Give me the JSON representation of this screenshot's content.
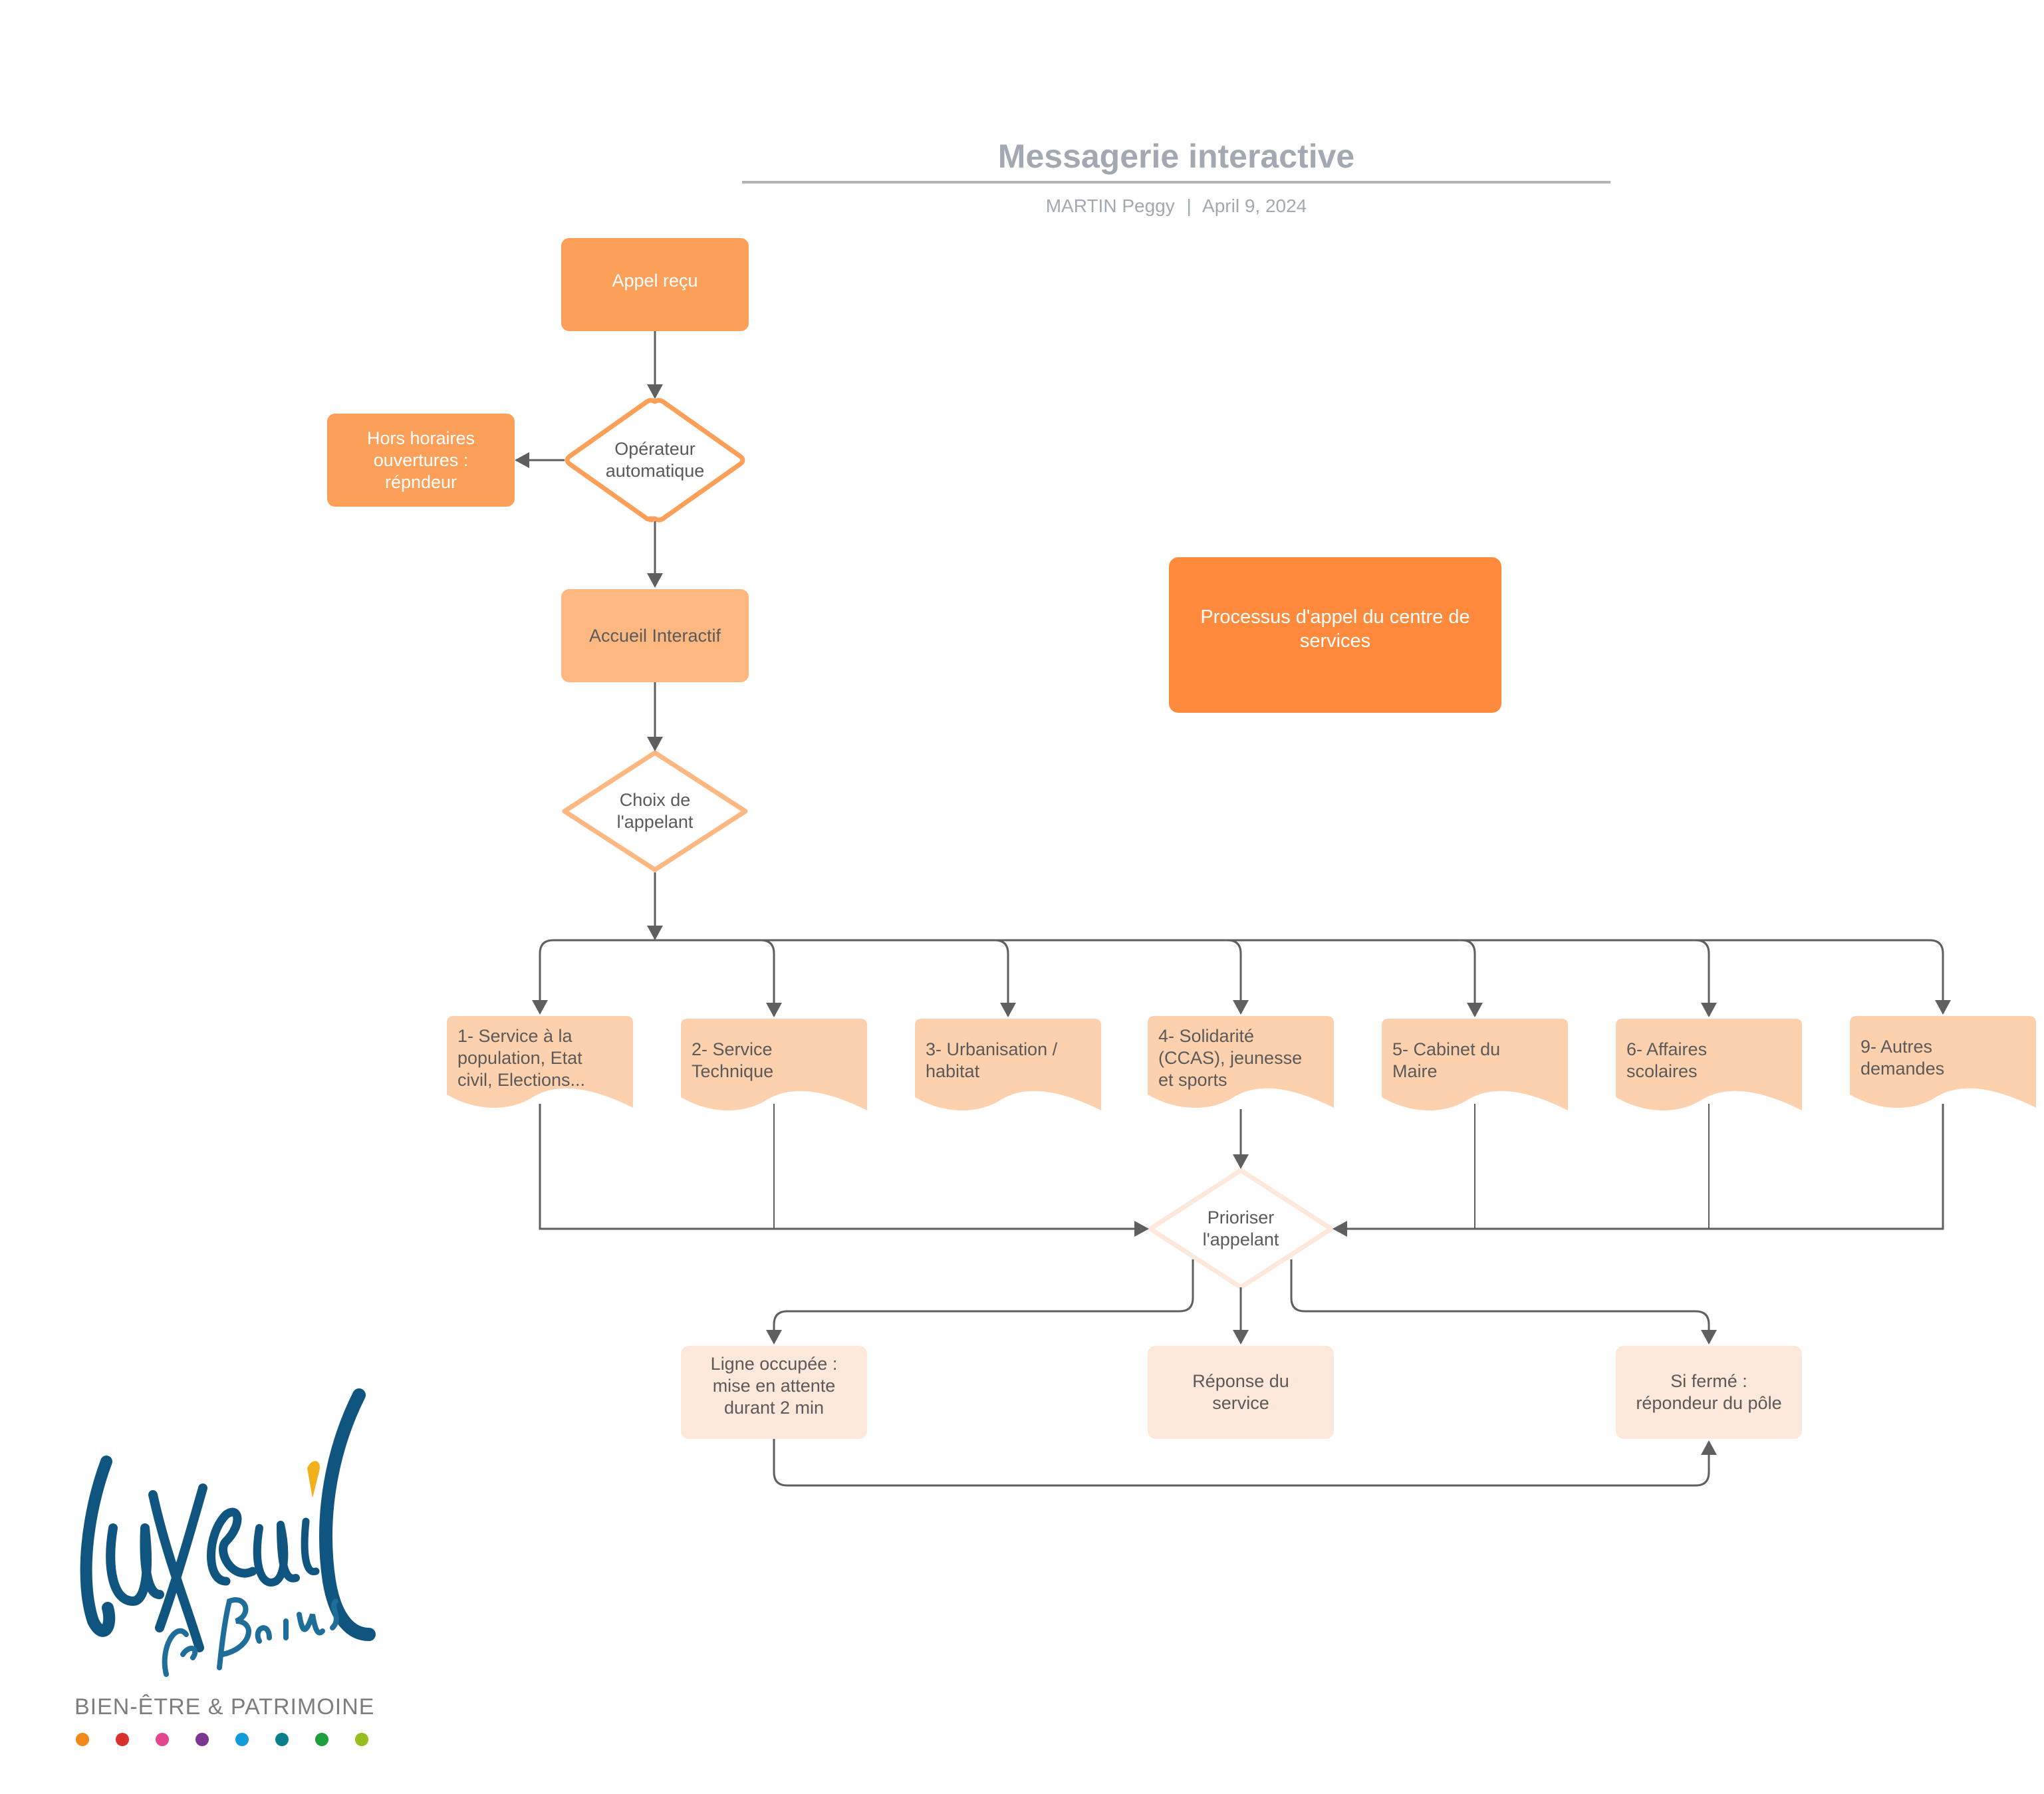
{
  "header": {
    "title": "Messagerie interactive",
    "author": "MARTIN Peggy",
    "separator": "|",
    "date": "April 9, 2024"
  },
  "nodes": {
    "appel_recu": "Appel reçu",
    "operateur": [
      "Opérateur",
      "automatique"
    ],
    "hors_horaires": [
      "Hors horaires",
      "ouvertures :",
      "répndeur"
    ],
    "accueil": "Accueil Interactif",
    "choix": [
      "Choix de",
      "l'appelant"
    ],
    "legend_box": [
      "Processus d'appel du centre de",
      "services"
    ],
    "services": [
      {
        "lines": [
          "1- Service à la",
          "population, Etat",
          "civil, Elections..."
        ]
      },
      {
        "lines": [
          "2- Service",
          "Technique"
        ]
      },
      {
        "lines": [
          "3- Urbanisation /",
          "habitat"
        ]
      },
      {
        "lines": [
          "4- Solidarité",
          "(CCAS), jeunesse",
          "et sports"
        ]
      },
      {
        "lines": [
          "5- Cabinet du",
          "Maire"
        ]
      },
      {
        "lines": [
          "6- Affaires",
          "scolaires"
        ]
      },
      {
        "lines": [
          "9- Autres",
          "demandes"
        ]
      }
    ],
    "prioriser": [
      "Prioriser",
      "l'appelant"
    ],
    "ligne_occupee": [
      "Ligne occupée :",
      "mise en attente",
      "durant 2 min"
    ],
    "reponse": [
      "Réponse du",
      "service"
    ],
    "si_ferme": [
      "Si fermé :",
      "répondeur du pôle"
    ]
  },
  "logo": {
    "name_script": "Luxeuil",
    "sub_script": "les Bains",
    "tagline": "BIEN-ÊTRE & PATRIMOINE",
    "dot_colors": [
      "#ee8a1c",
      "#d9312b",
      "#e1468f",
      "#7a3590",
      "#139bd8",
      "#0c7f8c",
      "#1e9e3d",
      "#93c01f"
    ],
    "primary_color": "#0f5580",
    "accent_color": "#f2b11c"
  },
  "colors": {
    "orange_dark": "#fc9f58",
    "orange_mid": "#fdb882",
    "orange_strong": "#ff8a3c",
    "peach": "#fdd0ae",
    "peach_light": "#fde8db",
    "connector": "#5f5f5f",
    "text_gray": "#5a5a5a",
    "title_gray": "#a3a9b2"
  }
}
